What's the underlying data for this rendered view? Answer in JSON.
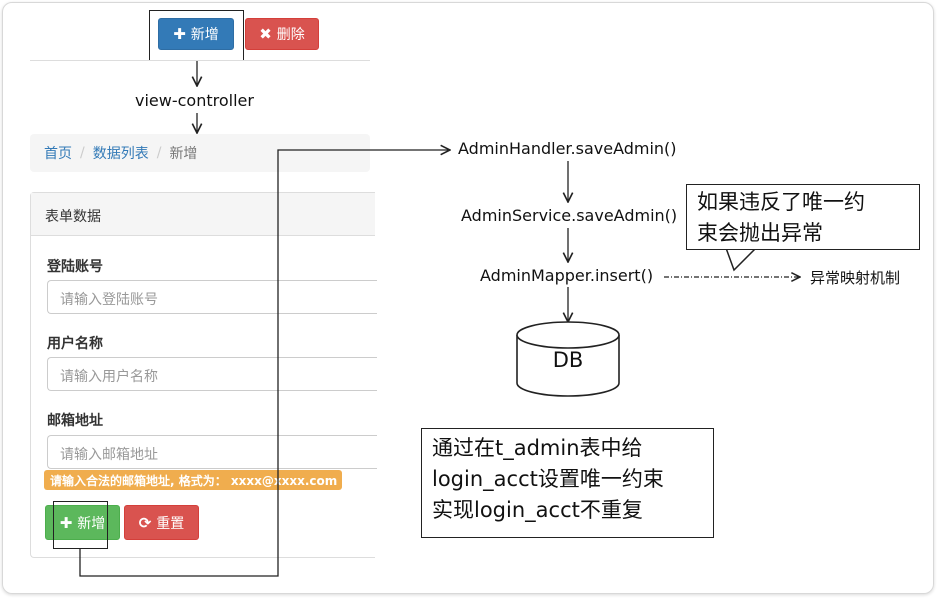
{
  "top_buttons": {
    "add": "新增",
    "delete": "删除"
  },
  "flow": {
    "view_controller": "view-controller",
    "handler": "AdminHandler.saveAdmin()",
    "service": "AdminService.saveAdmin()",
    "mapper": "AdminMapper.insert()",
    "db": "DB",
    "exception": "异常映射机制"
  },
  "breadcrumb": {
    "home": "首页",
    "sep": "/",
    "list": "数据列表",
    "current": "新增"
  },
  "form": {
    "panel_title": "表单数据",
    "login_label": "登陆账号",
    "login_placeholder": "请输入登陆账号",
    "name_label": "用户名称",
    "name_placeholder": "请输入用户名称",
    "email_label": "邮箱地址",
    "email_placeholder": "请输入邮箱地址",
    "email_warning": "请输入合法的邮箱地址, 格式为： xxxx@xxxx.com",
    "add_button": "新增",
    "reset_button": "重置"
  },
  "callouts": {
    "unique_line1": "如果违反了唯一约",
    "unique_line2": "束会抛出异常",
    "note_line1": "通过在t_admin表中给",
    "note_line2": "login_acct设置唯一约束",
    "note_line3": "实现login_acct不重复"
  }
}
